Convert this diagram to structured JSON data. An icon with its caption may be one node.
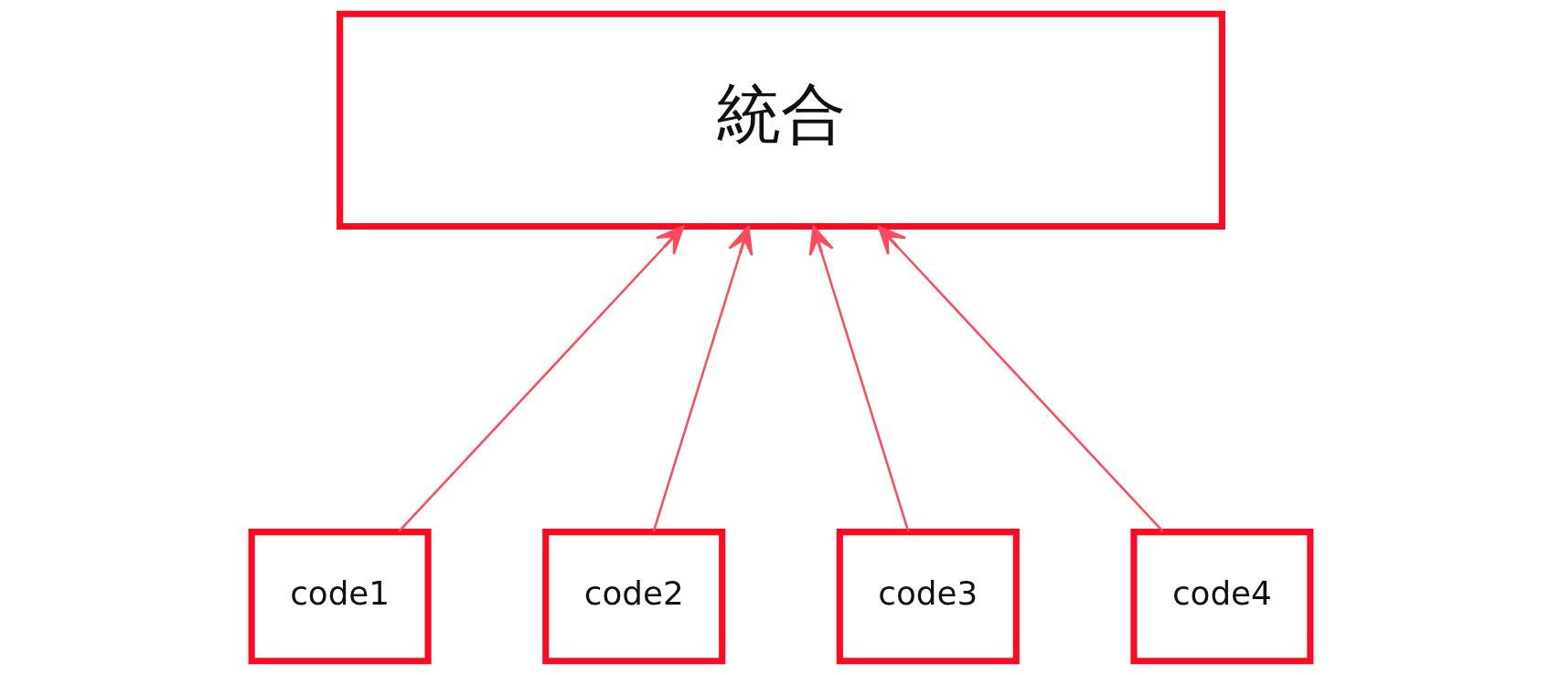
{
  "diagram": {
    "nodes": [
      {
        "text": [
          "統合"
        ]
      },
      {
        "text": [
          "code1"
        ]
      },
      {
        "text": [
          "code2"
        ]
      },
      {
        "text": [
          "code3"
        ]
      },
      {
        "text": [
          "code4"
        ]
      }
    ],
    "edges": [
      {
        "from": 1,
        "to": 0,
        "arrow": "to"
      },
      {
        "from": 2,
        "to": 0,
        "arrow": "to"
      },
      {
        "from": 3,
        "to": 0,
        "arrow": "to"
      },
      {
        "from": 4,
        "to": 0,
        "arrow": "to"
      }
    ]
  }
}
